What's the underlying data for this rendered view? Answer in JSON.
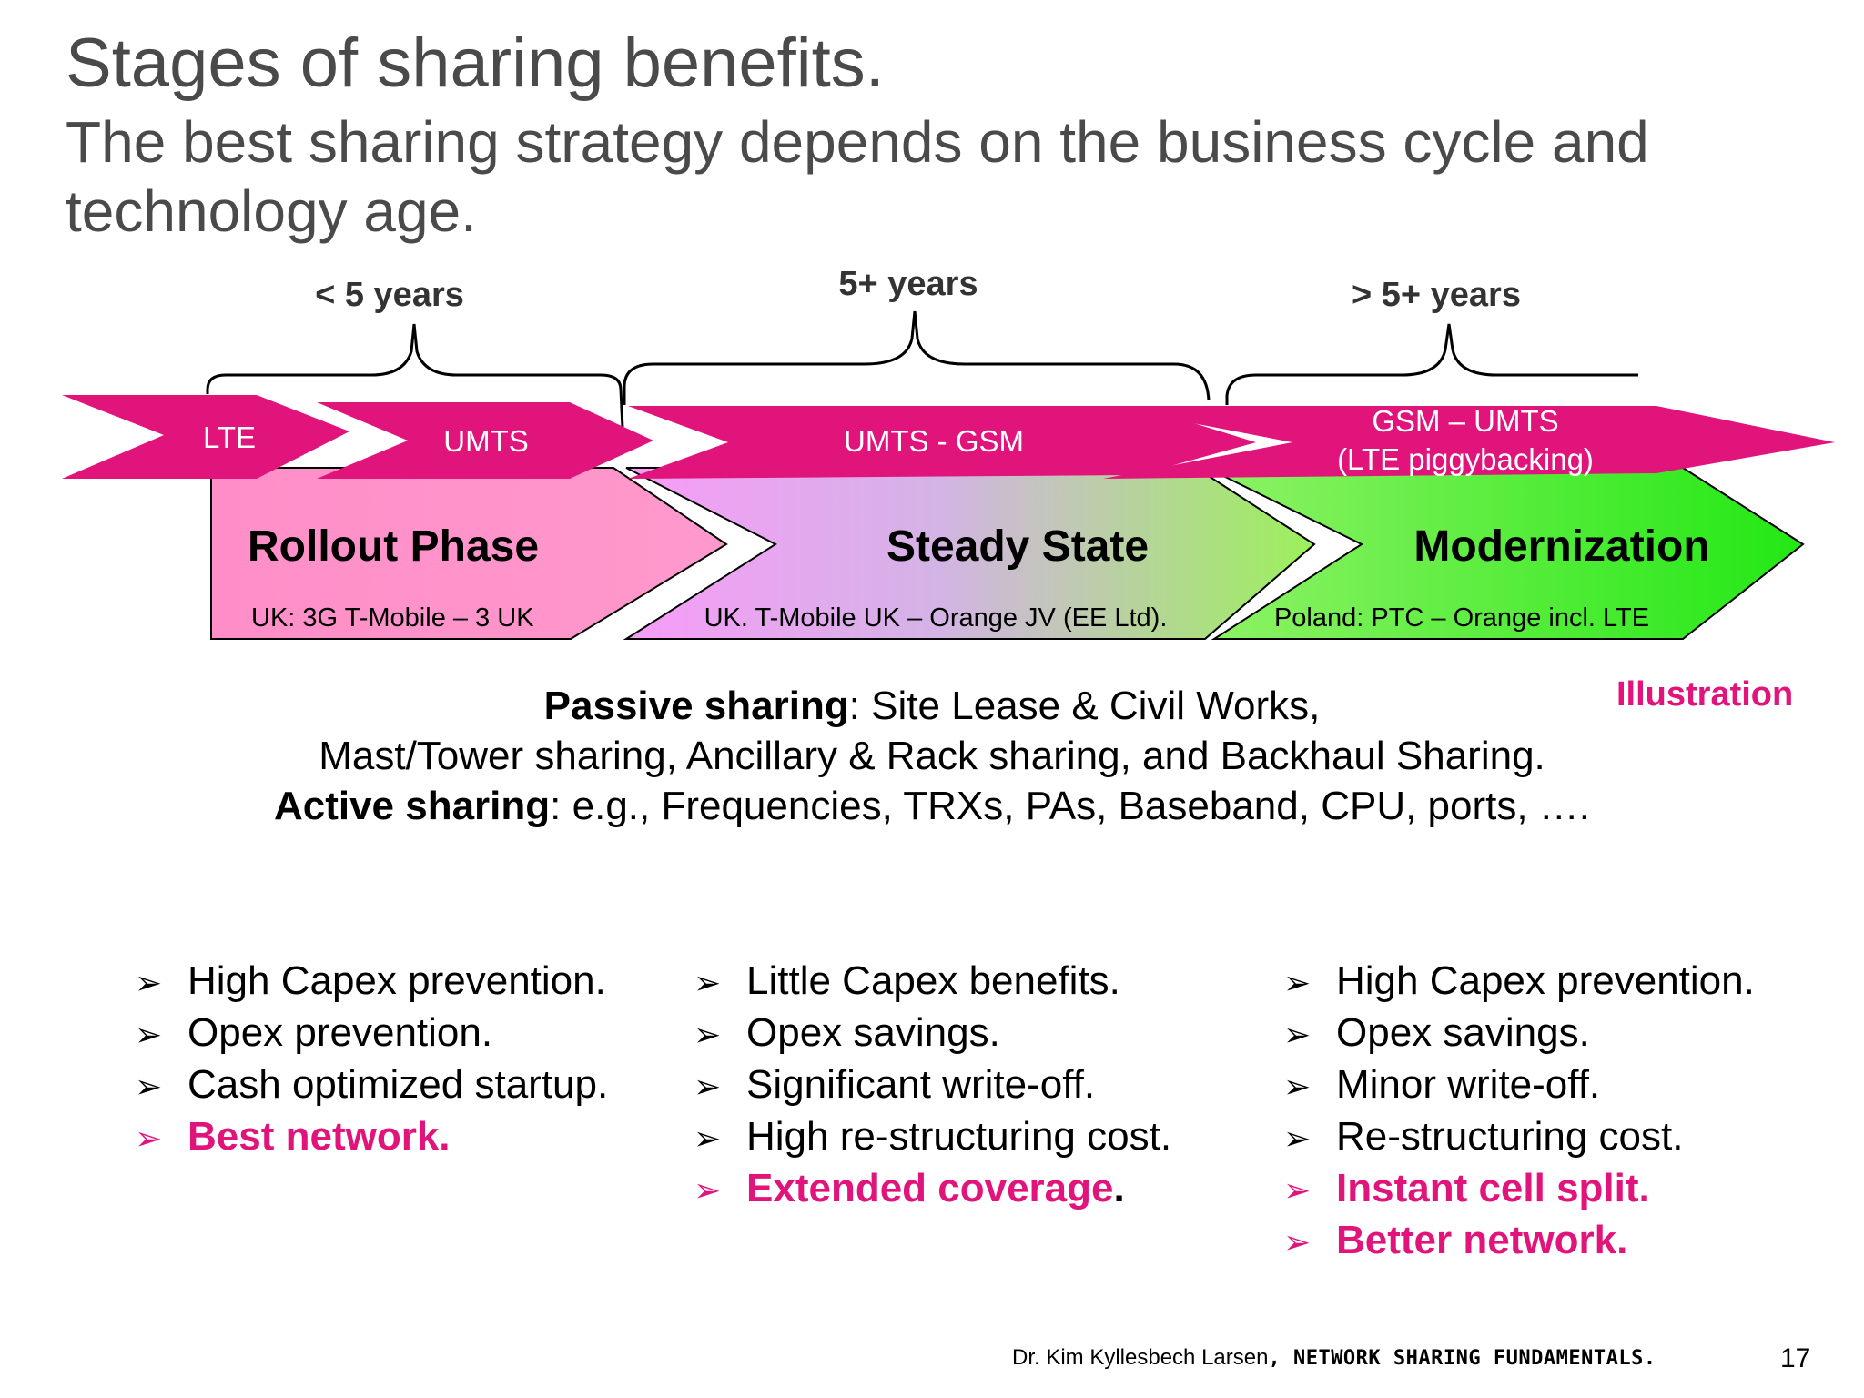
{
  "title": "Stages of sharing benefits.",
  "subtitle": "The best sharing strategy depends on the business cycle and technology age.",
  "periods": [
    "< 5 years",
    "5+ years",
    "> 5+ years"
  ],
  "technologies": [
    "LTE",
    "UMTS",
    "UMTS - GSM",
    "GSM – UMTS",
    "(LTE piggybacking)"
  ],
  "phases": [
    {
      "name": "Rollout Phase",
      "example": "UK: 3G T-Mobile – 3 UK"
    },
    {
      "name": "Steady State",
      "example": "UK. T-Mobile UK – Orange JV (EE Ltd)."
    },
    {
      "name": "Modernization",
      "example": "Poland: PTC – Orange incl. LTE"
    }
  ],
  "colors": {
    "magenta": "#e0147a",
    "pink": "#ff8ec8",
    "green": "#2ee81a",
    "title_gray": "#4a4a4a"
  },
  "illustration_label": "Illustration",
  "sharing": {
    "passive_label": "Passive sharing",
    "passive_text": ": Site Lease & Civil Works,",
    "passive_text2": "Mast/Tower sharing, Ancillary & Rack sharing, and Backhaul Sharing.",
    "active_label": "Active sharing",
    "active_text": ": e.g., Frequencies, TRXs, PAs, Baseband, CPU, ports, …."
  },
  "benefits": [
    [
      "High Capex prevention.",
      "Opex prevention.",
      "Cash optimized startup.",
      "Best network."
    ],
    [
      "Little Capex benefits.",
      "Opex savings.",
      "Significant write-off.",
      "High re-structuring cost.",
      "Extended coverage"
    ],
    [
      "High Capex prevention.",
      "Opex savings.",
      "Minor write-off.",
      "Re-structuring cost.",
      "Instant cell split.",
      "Better network."
    ]
  ],
  "bullet_glyph": "➢",
  "extended_period": ".",
  "footer": {
    "author": "Dr. Kim Kyllesbech Larsen",
    "separator": ", ",
    "book": "NETWORK SHARING FUNDAMENTALS.",
    "page": "17"
  }
}
